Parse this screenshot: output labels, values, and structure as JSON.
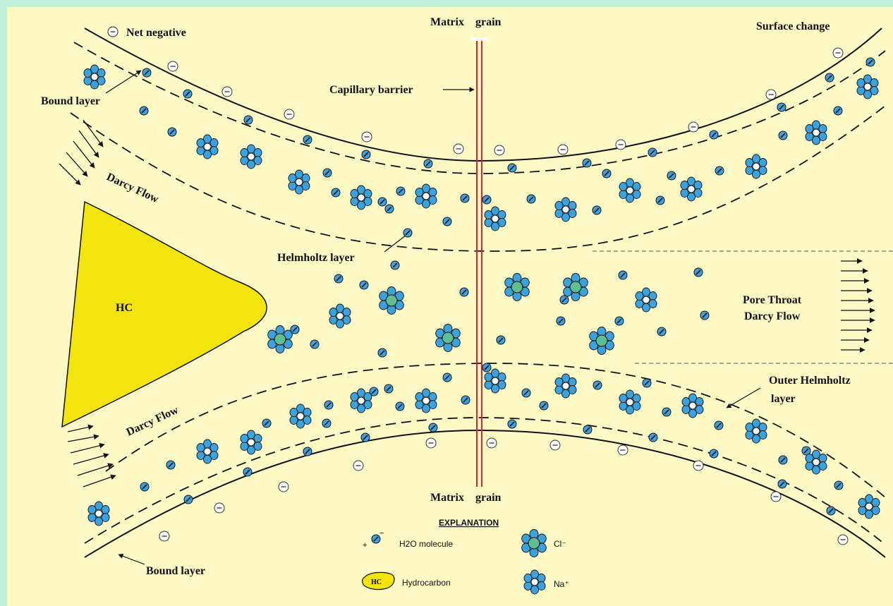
{
  "labels": {
    "net_negative": "Net negative",
    "matrix_grain_top": "Matrix    grain",
    "surface_change": "Surface change",
    "bound_layer_top": "Bound layer",
    "capillary_barrier": "Capillary barrier",
    "darcy_flow_top": "Darcy Flow",
    "hc": "HC",
    "helmholtz_layer": "Helmholtz layer",
    "pore_throat_line1": "Pore Throat",
    "pore_throat_line2": "Darcy Flow",
    "darcy_flow_bottom": "Darcy Flow",
    "outer_helmholtz_line1": "Outer Helmholtz",
    "outer_helmholtz_line2": "layer",
    "matrix_grain_bottom": "Matrix    grain",
    "bound_layer_bottom": "Bound layer"
  },
  "explanation": {
    "title": "EXPLANATION",
    "h2o_label": "H2O molecule",
    "hc_symbol": "HC",
    "hydrocarbon_label": "Hydrocarbon",
    "cl_label": "Cl⁻",
    "na_label": "Na⁺"
  },
  "colors": {
    "frame": "#bff0dc",
    "background": "#fff9c6",
    "hydrocarbon": "#f2e40c",
    "water": "#3aa3df",
    "chloride_core": "#5fbf93",
    "barrier": "#d6262b"
  }
}
